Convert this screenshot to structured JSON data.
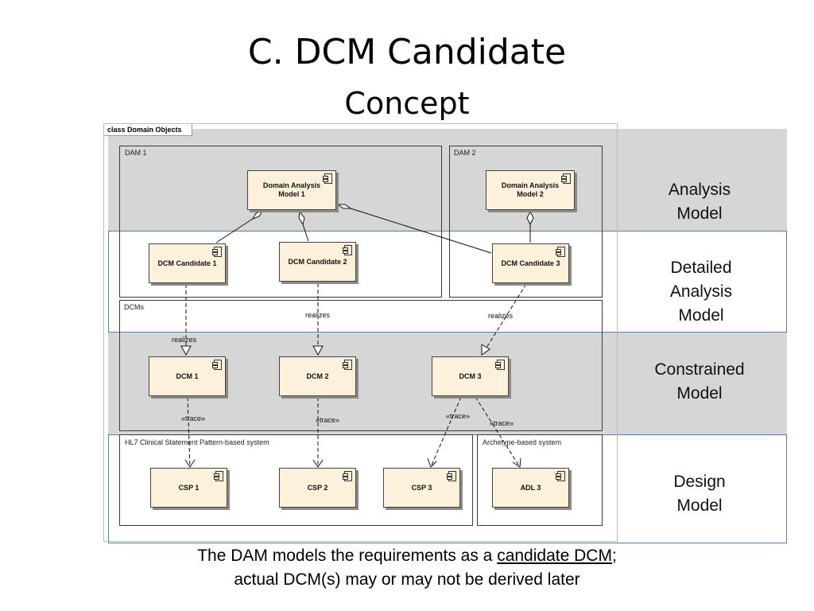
{
  "title": {
    "line1": "C. DCM Candidate",
    "line2": "Concept"
  },
  "diagram": {
    "frame_label": "class Domain Objects",
    "packages": {
      "dam1": "DAM 1",
      "dam2": "DAM 2",
      "dcms": "DCMs",
      "hl7": "HL7 Clinical Statement Pattern-based system",
      "archetype": "Archetype-based system"
    },
    "components": {
      "dam_model_1": "Domain Analysis Model 1",
      "dam_model_2": "Domain Analysis Model 2",
      "dcm_candidate_1": "DCM Candidate 1",
      "dcm_candidate_2": "DCM Candidate 2",
      "dcm_candidate_3": "DCM Candidate 3",
      "dcm_1": "DCM 1",
      "dcm_2": "DCM 2",
      "dcm_3": "DCM 3",
      "csp_1": "CSP 1",
      "csp_2": "CSP 2",
      "csp_3": "CSP 3",
      "adl_3": "ADL 3"
    },
    "edge_labels": {
      "realizes_1": "realizes",
      "realizes_2": "realizes",
      "realizes_3": "realizes",
      "trace_1": "«trace»",
      "trace_2": "«trace»",
      "trace_3": "«trace»",
      "trace_4": "«trace»"
    },
    "icon": "component-icon"
  },
  "layers": {
    "analysis": "Analysis Model",
    "detailed": "Detailed Analysis Model",
    "constrained": "Constrained Model",
    "design": "Design Model"
  },
  "caption": {
    "before": "The DAM models the requirements as a ",
    "link": "candidate DCM",
    "after": ";",
    "line2": "actual DCM(s) may or may not be derived later"
  }
}
